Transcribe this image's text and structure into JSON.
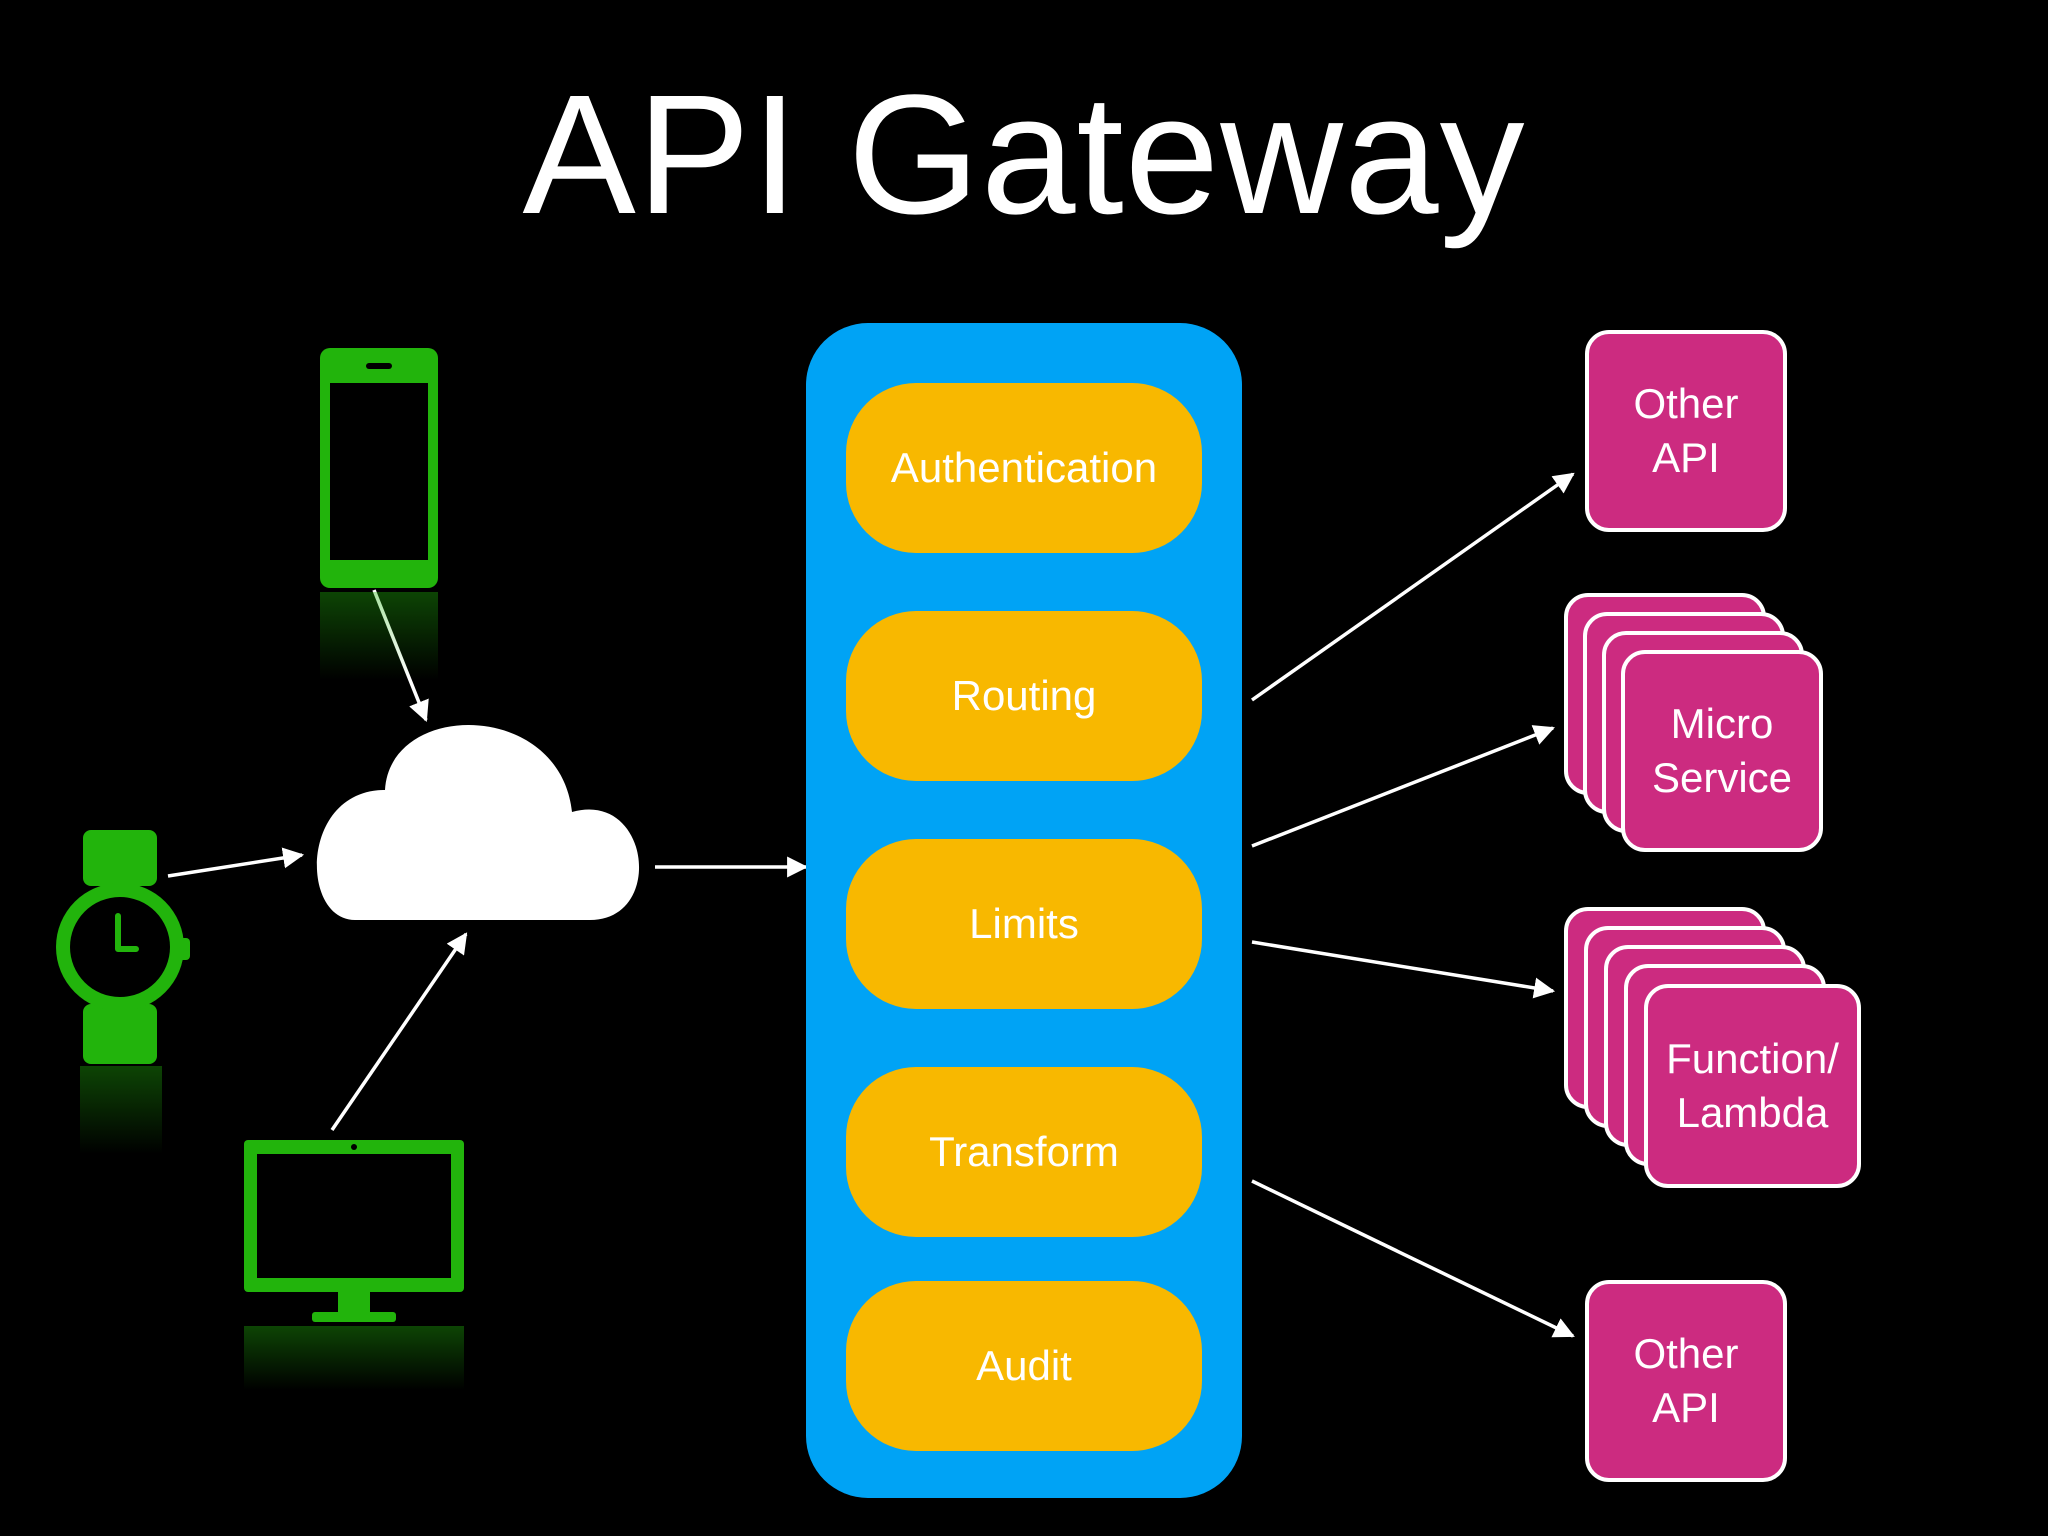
{
  "title": "API Gateway",
  "colors": {
    "background": "#000000",
    "gateway": "#00a3f5",
    "stage": "#f8b800",
    "service": "#cc2b80",
    "device": "#22b40c",
    "cloud": "#ffffff",
    "arrow": "#ffffff"
  },
  "clients": {
    "devices": [
      {
        "icon": "smartphone-icon"
      },
      {
        "icon": "smartwatch-icon"
      },
      {
        "icon": "desktop-monitor-icon"
      }
    ],
    "cloud_icon": "cloud-icon"
  },
  "gateway": {
    "stages": [
      "Authentication",
      "Routing",
      "Limits",
      "Transform",
      "Audit"
    ]
  },
  "backends": {
    "other_api_top": "Other\nAPI",
    "micro_service": "Micro\nService",
    "function_lambda": "Function/\nLambda",
    "other_api_bottom": "Other\nAPI"
  }
}
